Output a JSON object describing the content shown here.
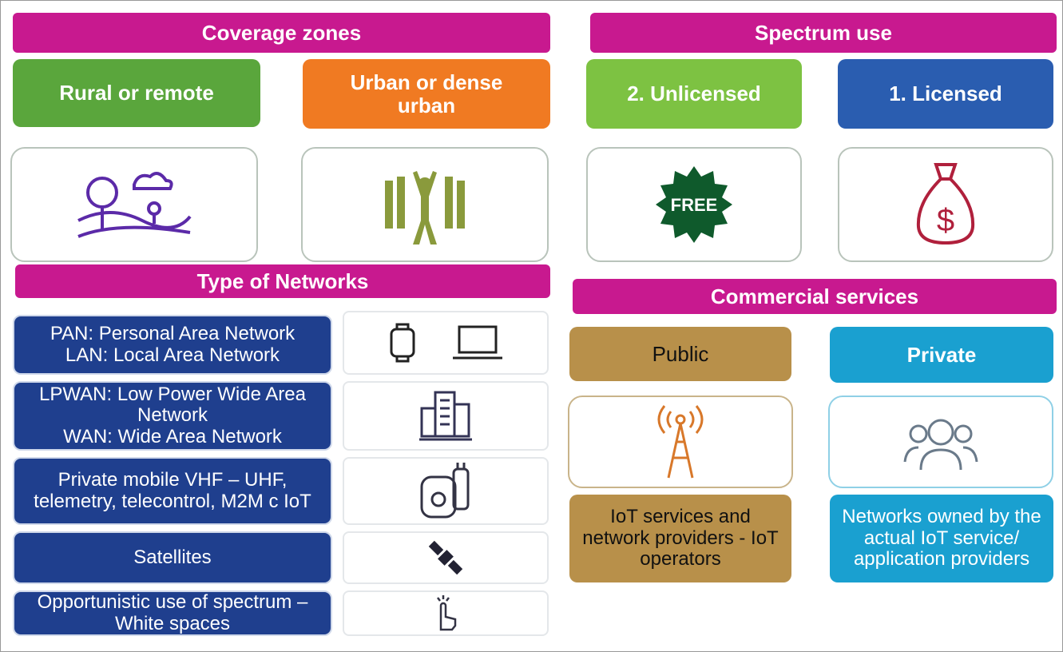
{
  "coverage": {
    "title": "Coverage zones",
    "rural": "Rural or remote",
    "urban": "Urban or dense urban"
  },
  "spectrum": {
    "title": "Spectrum use",
    "unlicensed": "2. Unlicensed",
    "licensed": "1. Licensed",
    "free_badge": "FREE"
  },
  "networks": {
    "title": "Type of Networks",
    "rows": [
      {
        "label": "PAN: Personal Area Network\nLAN: Local Area Network"
      },
      {
        "label": "LPWAN: Low Power Wide Area Network\nWAN: Wide Area Network"
      },
      {
        "label": "Private mobile VHF – UHF, telemetry, telecontrol, M2M c IoT"
      },
      {
        "label": "Satellites"
      },
      {
        "label": "Opportunistic use of spectrum – White spaces"
      }
    ]
  },
  "commercial": {
    "title": "Commercial services",
    "public": "Public",
    "private": "Private",
    "public_desc": "IoT services and network providers - IoT operators",
    "private_desc": "Networks owned by the actual IoT service/ application providers"
  },
  "colors": {
    "magenta": "#c8198f",
    "green": "#5aa63c",
    "orange": "#f07a22",
    "lime": "#7dc242",
    "blue": "#2a5db0",
    "navy": "#1f3f8e",
    "tan": "#b8904a",
    "cyan": "#1aa0d0"
  }
}
